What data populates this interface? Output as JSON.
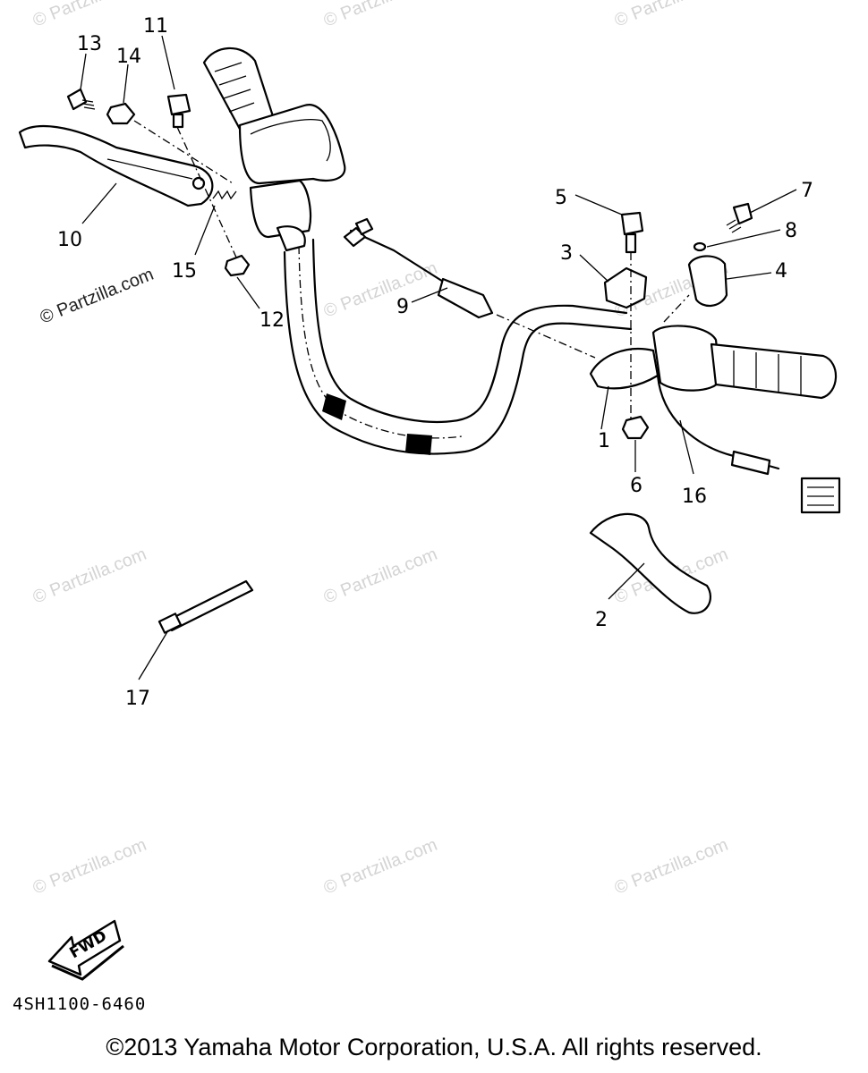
{
  "watermark": "© Partzilla.com",
  "callouts": {
    "c1": "1",
    "c2": "2",
    "c3": "3",
    "c4": "4",
    "c5": "5",
    "c6": "6",
    "c7": "7",
    "c8": "8",
    "c9": "9",
    "c10": "10",
    "c11": "11",
    "c12": "12",
    "c13": "13",
    "c14": "14",
    "c15": "15",
    "c16": "16",
    "c17": "17"
  },
  "fwd_label": "FWD",
  "reference_code": "4SH1100-6460",
  "copyright": "©2013 Yamaha Motor Corporation, U.S.A. All rights reserved."
}
